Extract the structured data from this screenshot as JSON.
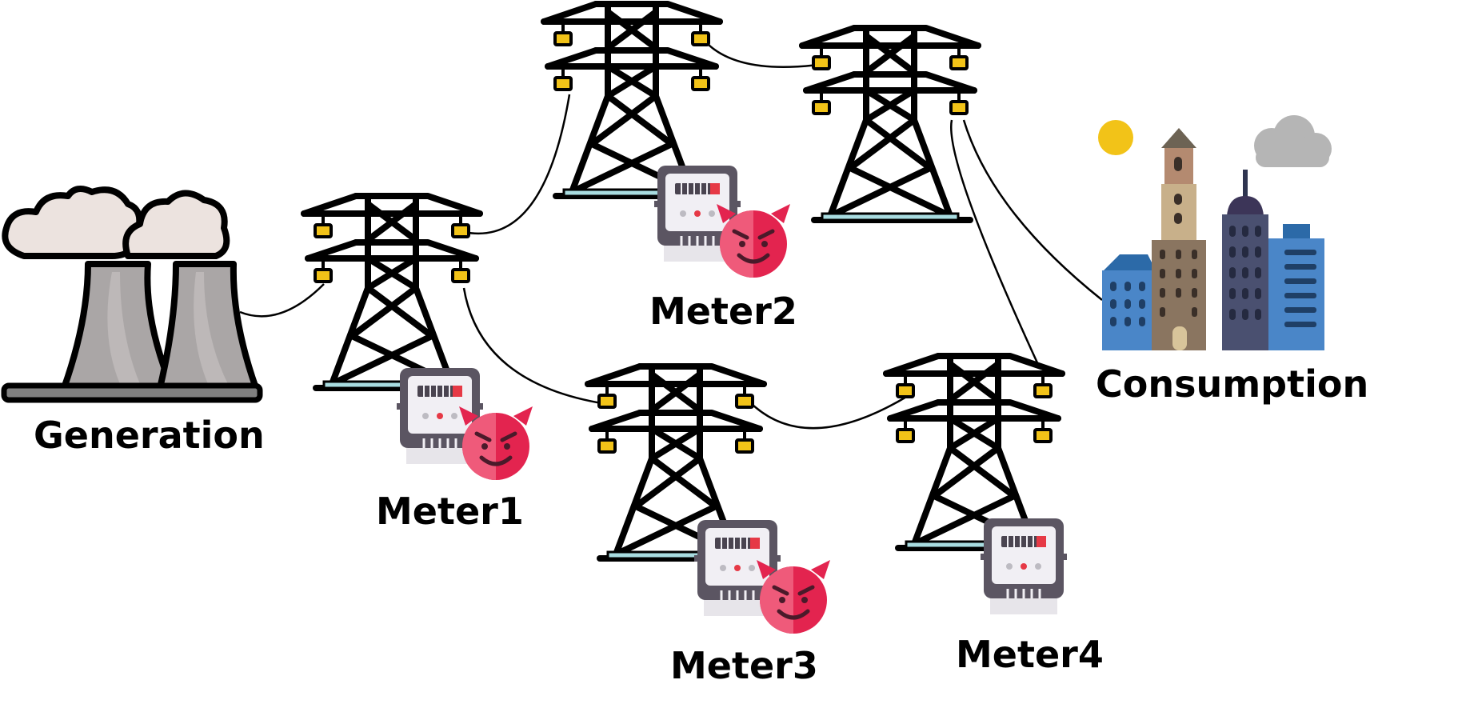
{
  "labels": {
    "generation": "Generation",
    "consumption": "Consumption",
    "meter1": "Meter1",
    "meter2": "Meter2",
    "meter3": "Meter3",
    "meter4": "Meter4"
  },
  "compromised_meters": [
    "Meter1",
    "Meter2",
    "Meter3"
  ],
  "colors": {
    "tower_stroke": "#000000",
    "insulator": "#f2c318",
    "tower_base": "#a8dce0",
    "meter_body": "#5b5562",
    "meter_face": "#f1eff4",
    "meter_display": "#4a4450",
    "meter_led": "#e63946",
    "devil": "#e3244f",
    "devil_light": "#ef5a7a",
    "plant_concrete": "#aaa6a6",
    "smoke": "#ece3df",
    "building_blue": "#4a86c8",
    "building_dark": "#4a5070",
    "building_brown": "#8a7560",
    "building_tan": "#c8b08a",
    "sun": "#f2c318",
    "cloud": "#b5b5b5"
  },
  "icons": [
    "power-plant-icon",
    "transmission-tower-icon",
    "electric-meter-icon",
    "devil-face-icon",
    "city-buildings-icon",
    "sun-icon",
    "cloud-icon"
  ]
}
